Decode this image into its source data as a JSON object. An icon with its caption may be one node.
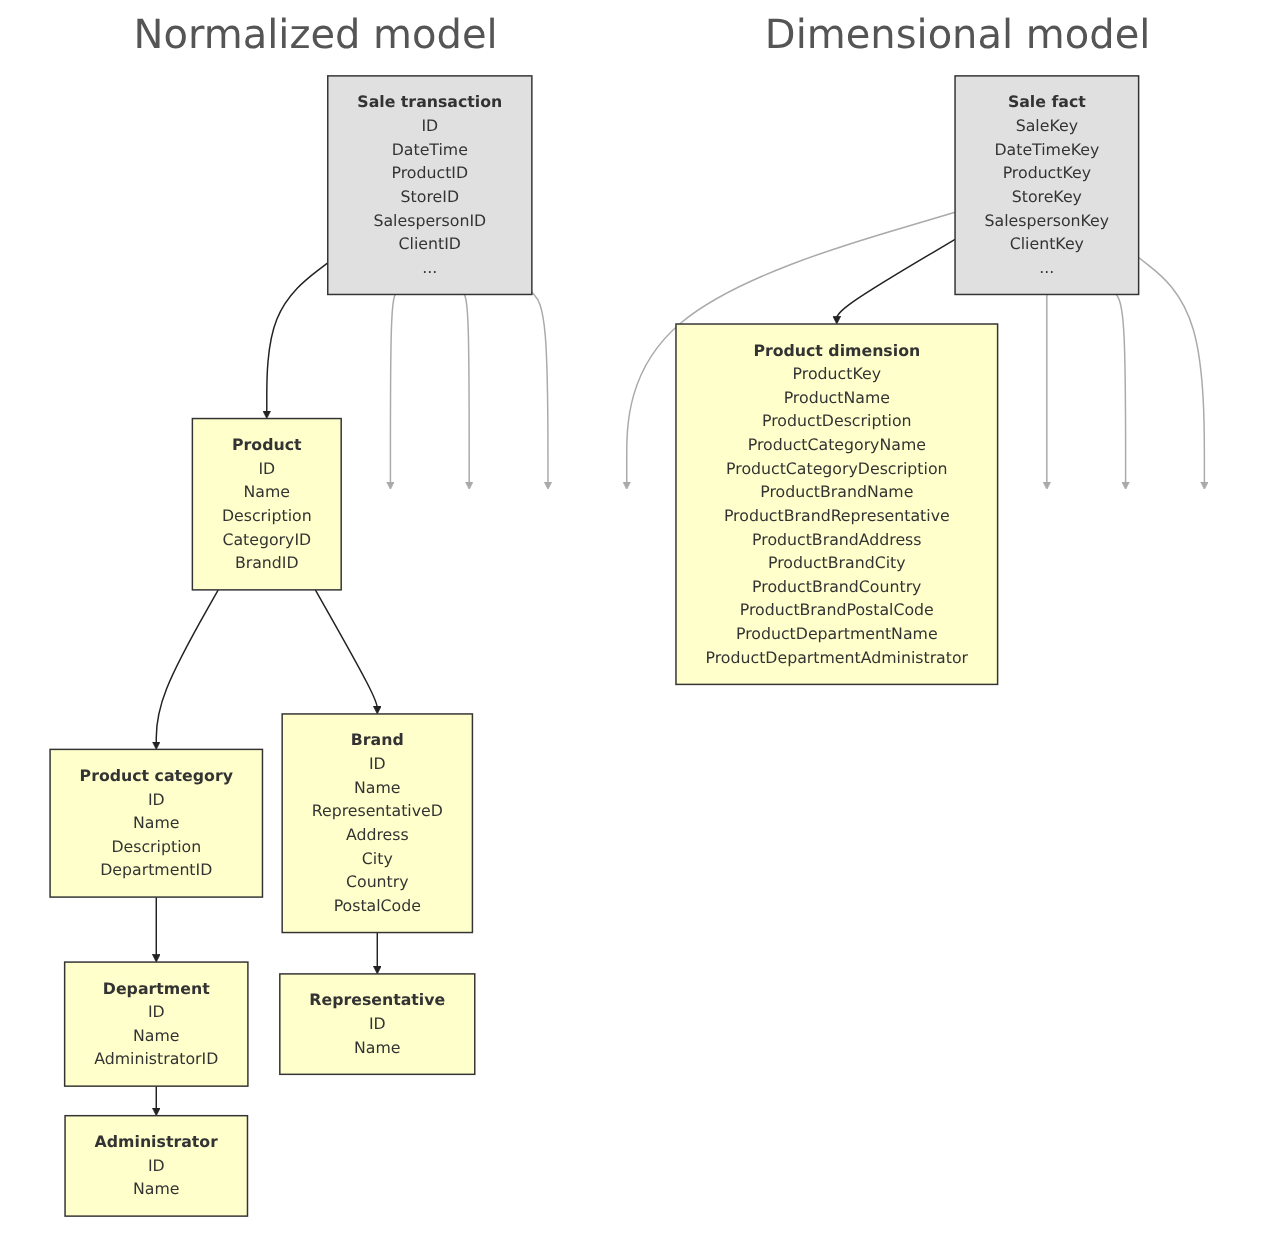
{
  "diagram": {
    "nodes": [
      {
        "text": [
          "Sale transaction",
          "ID",
          "DateTime",
          "ProductID",
          "StoreID",
          "SalespersonID",
          "ClientID",
          "..."
        ]
      },
      {
        "text": [
          "Sale fact",
          "SaleKey",
          "DateTimeKey",
          "ProductKey",
          "StoreKey",
          "SalespersonKey",
          "ClientKey",
          "..."
        ]
      },
      {
        "text": [
          "Product",
          "ID",
          "Name",
          "Description",
          "CategoryID",
          "BrandID"
        ]
      },
      {
        "text": [
          "Product category",
          "ID",
          "Name",
          "Description",
          "DepartmentID"
        ]
      },
      {
        "text": [
          "Product dimension",
          "ProductKey",
          "ProductName",
          "ProductDescription",
          "ProductCategoryName",
          "ProductCategoryDescription",
          "ProductBrandName",
          "ProductBrandRepresentative",
          "ProductBrandAddress",
          "ProductBrandCity",
          "ProductBrandCountry",
          "ProductBrandPostalCode",
          "ProductDepartmentName",
          "ProductDepartmentAdministrator"
        ]
      },
      {
        "text": [
          "Department",
          "ID",
          "Name",
          "AdministratorID"
        ]
      },
      {
        "text": [
          "Administrator",
          "ID",
          "Name"
        ]
      },
      {
        "text": [
          "Brand",
          "ID",
          "Name",
          "RepresentativeD",
          "Address",
          "City",
          "Country",
          "PostalCode"
        ]
      },
      {
        "text": [
          "Representative",
          "ID",
          "Name"
        ]
      }
    ],
    "edges": [
      {
        "from": 0,
        "to": 2,
        "arrow": "to"
      },
      {
        "from": 0,
        "to": null,
        "arrow": "to",
        "color": "#aaaaaa"
      },
      {
        "from": 0,
        "to": null,
        "arrow": "to",
        "color": "#aaaaaa"
      },
      {
        "from": 0,
        "to": null,
        "arrow": "to",
        "color": "#aaaaaa"
      },
      {
        "from": 2,
        "to": 3,
        "arrow": "to"
      },
      {
        "from": 2,
        "to": 7,
        "arrow": "to"
      },
      {
        "from": 3,
        "to": 5,
        "arrow": "to"
      },
      {
        "from": 5,
        "to": 6,
        "arrow": "to"
      },
      {
        "from": 7,
        "to": 8,
        "arrow": "to"
      },
      {
        "from": 1,
        "to": null,
        "arrow": "to",
        "color": "#aaaaaa"
      },
      {
        "from": 1,
        "to": 4,
        "arrow": "to"
      },
      {
        "from": 1,
        "to": null,
        "arrow": "to",
        "color": "#aaaaaa"
      },
      {
        "from": 1,
        "to": null,
        "arrow": "to",
        "color": "#aaaaaa"
      },
      {
        "from": 1,
        "to": null,
        "arrow": "to",
        "color": "#aaaaaa"
      }
    ],
    "labels": [
      "Normalized model",
      "Dimensional model"
    ]
  }
}
